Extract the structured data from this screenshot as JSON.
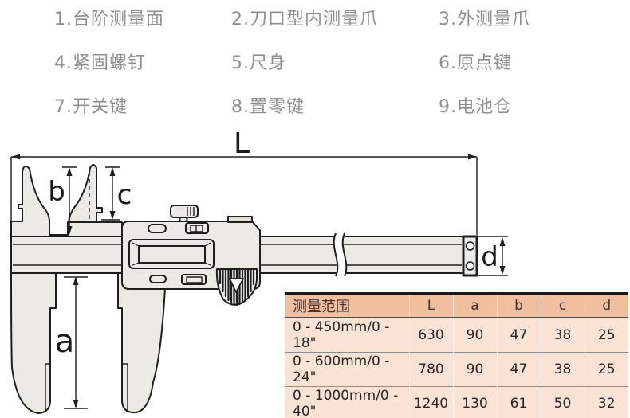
{
  "legend": {
    "items": [
      "1.台阶测量面",
      "2.刀口型内测量爪",
      "3.外测量爪",
      "4.紧固螺钉",
      "5.尺身",
      "6.原点键",
      "7.开关键",
      "8.置零键",
      "9.电池仓"
    ]
  },
  "diagram": {
    "labels": {
      "L": "L",
      "b": "b",
      "c": "c",
      "a": "a",
      "d": "d"
    }
  },
  "table": {
    "header": [
      "测量范围",
      "L",
      "a",
      "b",
      "c",
      "d"
    ],
    "rows": [
      [
        "0 - 450mm/0 - 18\"",
        "630",
        "90",
        "47",
        "38",
        "25"
      ],
      [
        "0 - 600mm/0 - 24\"",
        "780",
        "90",
        "47",
        "38",
        "25"
      ],
      [
        "0 - 1000mm/0 - 40\"",
        "1240",
        "130",
        "61",
        "50",
        "32"
      ]
    ]
  },
  "colors": {
    "body_fill": "#eceae4",
    "outline": "#1f1f1f",
    "legend_text": "#8f8f8f",
    "table_header_bg": "#efbf9f",
    "table_row_bg": "#f8e3d5"
  }
}
